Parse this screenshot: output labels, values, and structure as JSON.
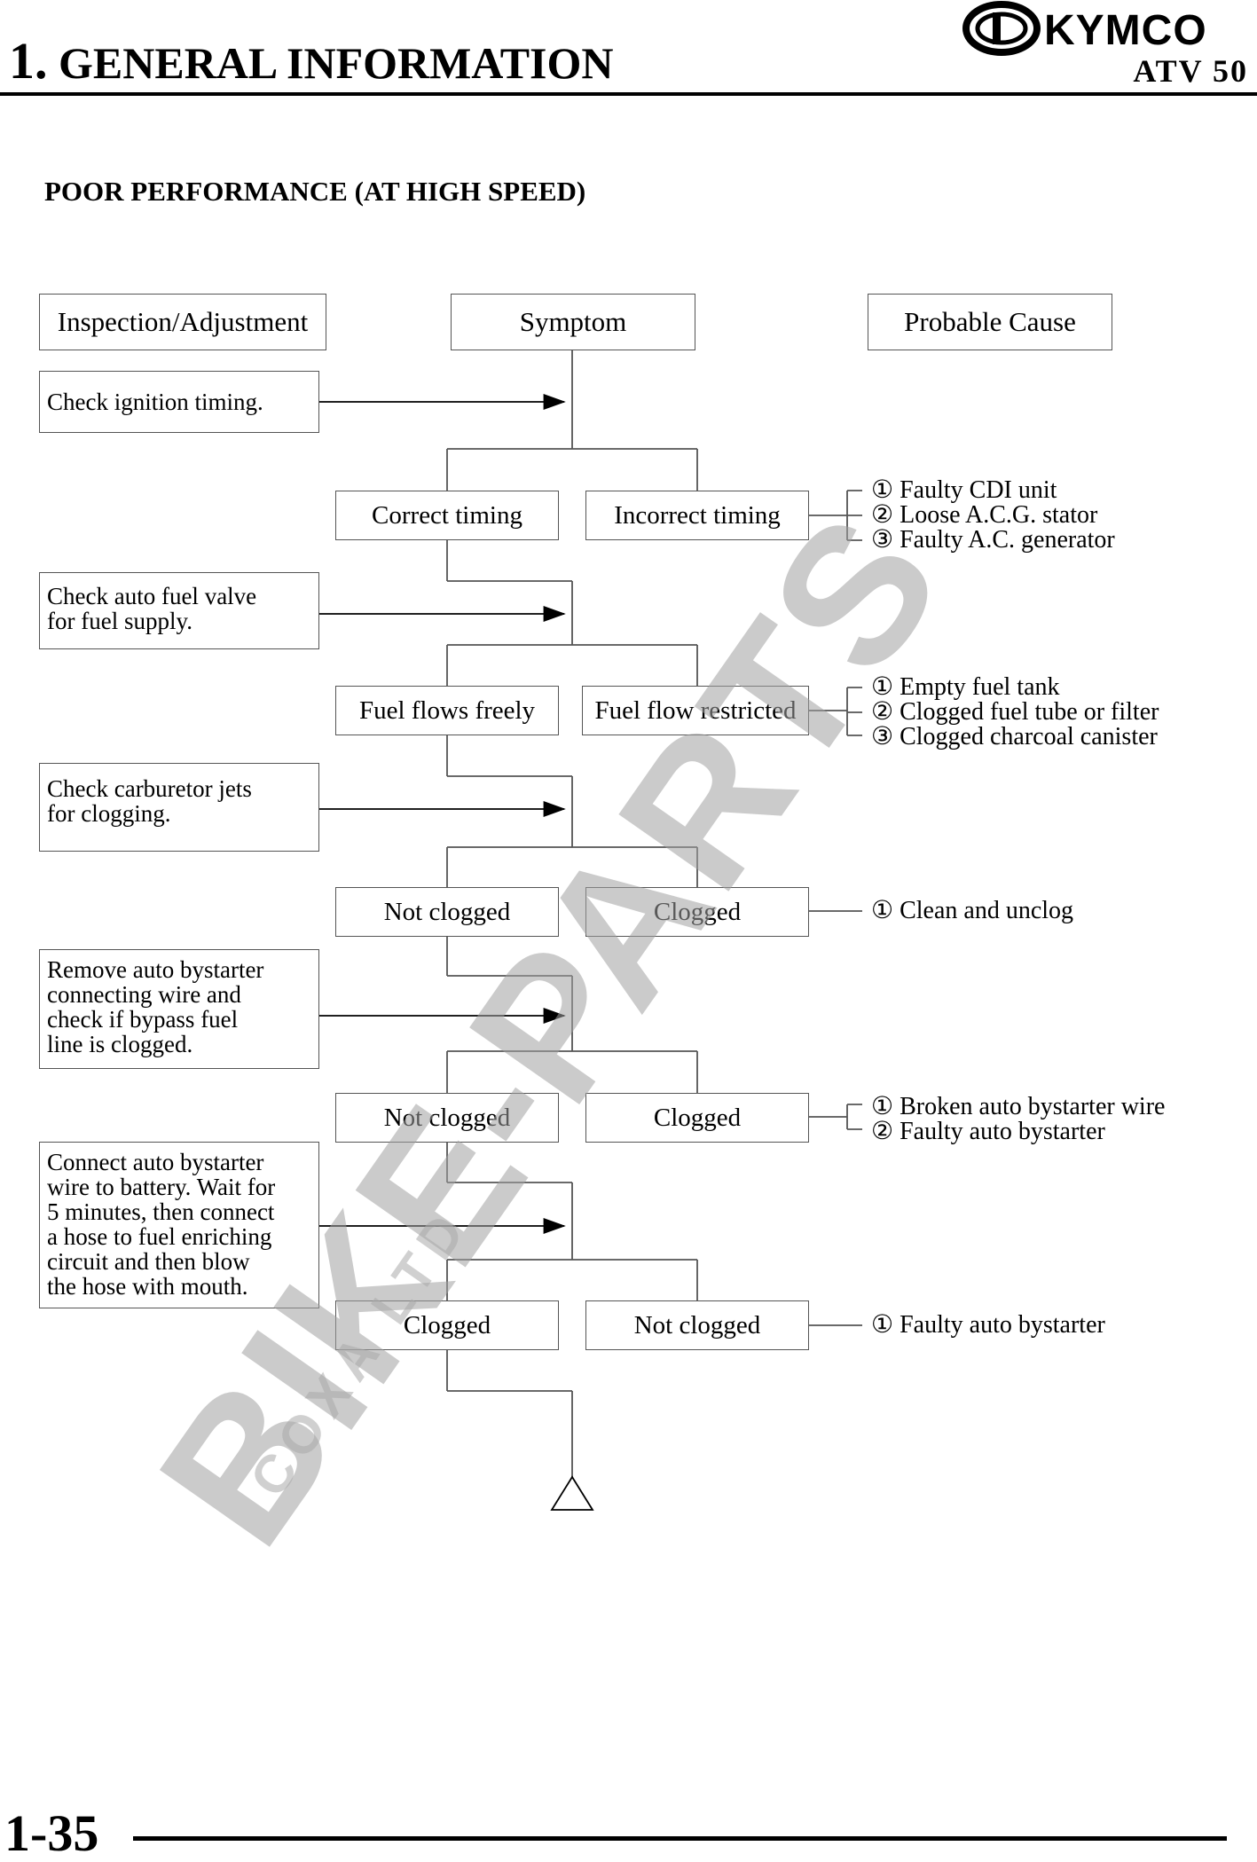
{
  "header": {
    "chapter_number": "1.",
    "chapter_title": "GENERAL INFORMATION",
    "brand": "KYMCO",
    "model": "ATV 50"
  },
  "section_title": "POOR PERFORMANCE (AT HIGH SPEED)",
  "columns": {
    "inspection": "Inspection/Adjustment",
    "symptom": "Symptom",
    "cause": "Probable Cause"
  },
  "inspections": [
    "Check ignition timing.",
    "Check auto fuel valve\nfor fuel supply.",
    "Check carburetor jets\nfor clogging.",
    "Remove auto bystarter\nconnecting wire and\ncheck if bypass fuel\nline is clogged.",
    "Connect auto bystarter\nwire to battery. Wait for\n5 minutes, then connect\na hose to fuel enriching\ncircuit and then blow\nthe hose with mouth."
  ],
  "steps": [
    {
      "left": "Correct timing",
      "right": "Incorrect timing",
      "causes": [
        "① Faulty CDI unit",
        "② Loose A.C.G. stator",
        "③ Faulty A.C. generator"
      ]
    },
    {
      "left": "Fuel flows freely",
      "right": "Fuel flow restricted",
      "causes": [
        "① Empty fuel tank",
        "② Clogged fuel tube or filter",
        "③ Clogged charcoal canister"
      ]
    },
    {
      "left": "Not clogged",
      "right": "Clogged",
      "causes": [
        "① Clean and unclog"
      ]
    },
    {
      "left": "Not clogged",
      "right": "Clogged",
      "causes": [
        "① Broken auto bystarter wire",
        "② Faulty auto bystarter"
      ]
    },
    {
      "left": "Clogged",
      "right": "Not clogged",
      "causes": [
        "① Faulty auto bystarter"
      ]
    }
  ],
  "watermark": {
    "main": "BIKE-PARTS",
    "sub": "COXA LTD"
  },
  "footer": {
    "page_number": "1-35"
  }
}
